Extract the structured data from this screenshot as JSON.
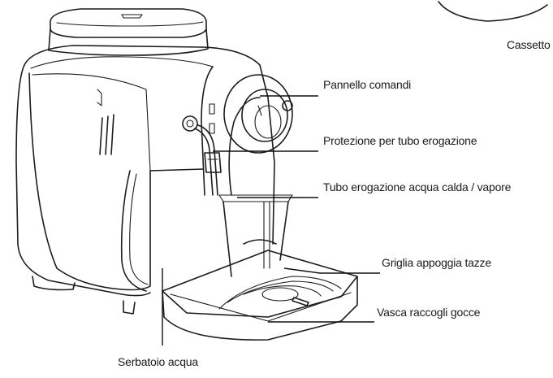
{
  "labels": {
    "drawer": "Cassetto",
    "control_panel": "Pannello comandi",
    "nozzle_guard": "Protezione per tubo erogazione",
    "steam_wand": "Tubo erogazione acqua calda / vapore",
    "cup_grid": "Griglia appoggia tazze",
    "drip_tray": "Vasca raccogli gocce",
    "water_tank": "Serbatoio acqua"
  }
}
